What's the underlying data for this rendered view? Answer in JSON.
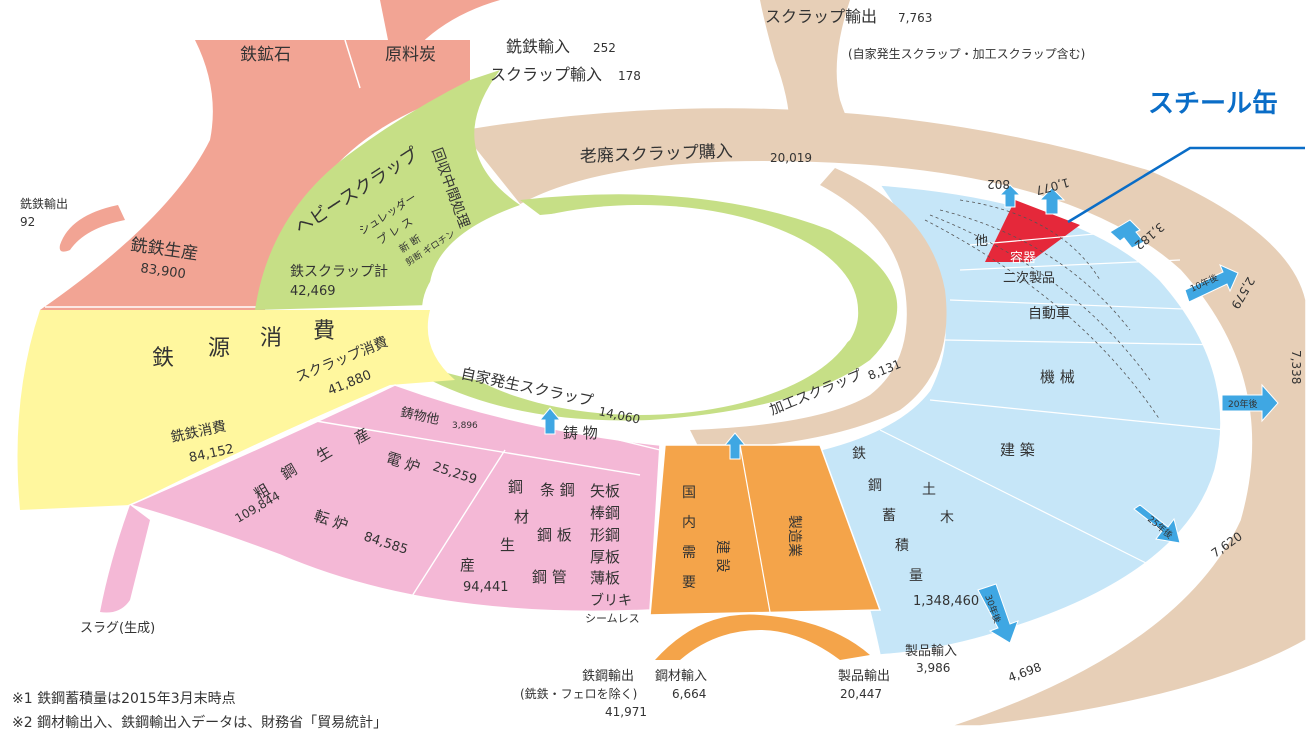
{
  "colors": {
    "ore": "#f2a494",
    "scrap_green": "#c6df86",
    "yellow": "#fff79e",
    "pink": "#f4b8d6",
    "tan": "#e7cfb7",
    "orange": "#f4a44a",
    "lightblue": "#c6e6f8",
    "red": "#e5283a",
    "arrow": "#3fa7e3",
    "accent_title": "#0a6dc7"
  },
  "title": "スチール缶",
  "inputs": {
    "iron_ore": "鉄鉱石",
    "coking_coal": "原料炭",
    "pig_iron_import_label": "銑鉄輸入",
    "pig_iron_import_value": "252",
    "scrap_import_label": "スクラップ輸入",
    "scrap_import_value": "178",
    "scrap_export_label": "スクラップ輸出",
    "scrap_export_value": "7,763",
    "scrap_export_note": "(自家発生スクラップ・加工スクラップ含む)",
    "pig_iron_export_label": "銑鉄輸出",
    "pig_iron_export_value": "92"
  },
  "pig_iron_production": {
    "label": "銑鉄生産",
    "value": "83,900"
  },
  "iron_source": {
    "c1": "鉄",
    "c2": "源",
    "c3": "消",
    "c4": "費",
    "pig_iron_consumption_label": "銑鉄消費",
    "pig_iron_consumption_value": "84,152",
    "scrap_consumption_label": "スクラップ消費",
    "scrap_consumption_value": "41,880"
  },
  "heavy_scrap": {
    "label": "ヘビースクラップ",
    "shredder": "シュレッダー",
    "press": "プ レ ス",
    "shear": "新 断",
    "guillotine": "剪断 ギロチン",
    "recovery": "回収中間処理",
    "total_label": "鉄スクラップ計",
    "total_value": "42,469"
  },
  "old_scrap": {
    "label": "老廃スクラップ購入",
    "value": "20,019"
  },
  "home_scrap": {
    "label": "自家発生スクラップ",
    "value": "14,060"
  },
  "process_scrap": {
    "label": "加工スクラップ",
    "value": "8,131"
  },
  "crude_steel": {
    "c1": "粗",
    "c2": "鋼",
    "c3": "生",
    "c4": "産",
    "value": "109,844",
    "eaf_label": "電 炉",
    "eaf_value": "25,259",
    "bof_label": "転 炉",
    "bof_value": "84,585",
    "castings_label": "鋳物他",
    "castings_value": "3,896"
  },
  "steel_products": {
    "c1": "鋼",
    "c2": "材",
    "c3": "生",
    "c4": "産",
    "value": "94,441",
    "casting": "鋳 物",
    "strip": "条 鋼",
    "plate": "鋼 板",
    "pipe": "鋼 管",
    "col1": [
      "矢板",
      "棒鋼",
      "形鋼",
      "厚板",
      "薄板",
      "ブリキ",
      "シームレス"
    ]
  },
  "slag": "スラグ(生成)",
  "domestic": {
    "c1": "国",
    "c2": "内",
    "c3": "需",
    "c4": "要",
    "construction": "建 設",
    "manufacturing": "製造業"
  },
  "steel_stock": {
    "c1": "鉄",
    "c2": "鋼",
    "c3": "蓄",
    "c4": "積",
    "c5": "量",
    "civil1": "土",
    "civil2": "木",
    "value": "1,348,460",
    "building": "建 築",
    "machinery": "機 械",
    "automobile": "自動車",
    "secondary": "二次製品",
    "container": "容器",
    "other": "他"
  },
  "outer_values": {
    "v802": "802",
    "v1077": "1,077",
    "v3182": "3,182",
    "v2579": "2,579",
    "v7338": "7,338",
    "v7620": "7,620",
    "v4698": "4,698"
  },
  "arrows_text": {
    "y10": "10年後",
    "y20": "20年後",
    "y25": "25年後",
    "y30": "30年後"
  },
  "bottom": {
    "steel_export_label": "鉄鋼輸出",
    "steel_export_note": "(銑鉄・フェロを除く)",
    "steel_export_value": "41,971",
    "steel_import_label": "鋼材輸入",
    "steel_import_value": "6,664",
    "product_export_label": "製品輸出",
    "product_export_value": "20,447",
    "product_import_label": "製品輸入",
    "product_import_value": "3,986"
  },
  "notes": [
    "※1 鉄鋼蓄積量は2015年3月末時点",
    "※2 鋼材輸出入、鉄鋼輸出入データは、財務省「貿易統計」"
  ]
}
